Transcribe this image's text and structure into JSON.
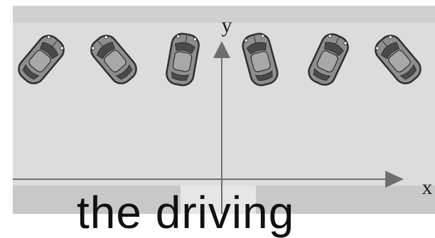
{
  "figure": {
    "axis_x_label": "x",
    "axis_y_label": "y",
    "caption": "the driving",
    "car_count": 6,
    "car_rotations_deg": [
      40,
      -40,
      10,
      -15,
      25,
      -40
    ]
  },
  "colors": {
    "background": "#dcdcdc",
    "top_band": "#d0d0d0",
    "road": "#c8c8c8",
    "crossing": "#e6e6e6",
    "axis": "#6e6e6e",
    "car_body": "#8e8e8e",
    "car_roof": "#a8a8a8",
    "car_outline": "#2e2e2e"
  }
}
